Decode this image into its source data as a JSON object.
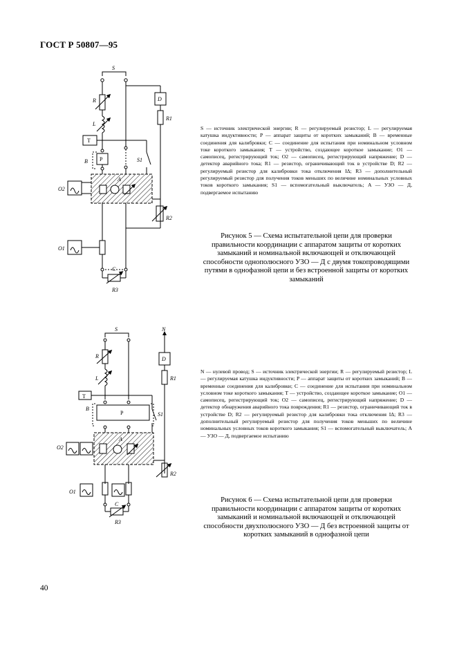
{
  "header": {
    "title": "ГОСТ Р 50807—95"
  },
  "figure5": {
    "labels": {
      "S": "S",
      "R": "R",
      "L": "L",
      "T": "T",
      "P": "P",
      "B": "B",
      "D": "D",
      "R1": "R1",
      "S1": "S1",
      "O2": "O2",
      "O1": "O1",
      "A": "A",
      "R2": "R2",
      "C": "C",
      "R3": "R3"
    },
    "legend": "S — источник электрической энергии; R — регулируемый резистор; L — регулируемая катушка индуктивности; P — аппарат защиты от коротких замыканий; B — временные соединения для калибровки; C — соединение для испытания при номинальном условном токе короткого замыкания; T — устройство, создающее короткое замыкание; O1 — самописец, регистрирующий ток; O2 — самописец, регистрирующий напряжение; D — детектор аварийного тока; R1 — резистор, ограничивающий ток в устройстве D; R2 — регулируемый резистор для калибровки тока отключения IΔ; R3 — дополнительный регулируемый резистор для получения токов меньших по величине номинальных условных токов короткого замыкания; S1 — вспомогательный выключатель; A — УЗО — Д, подвергаемое испытанию",
    "caption": "Рисунок 5 — Схема испытательной цепи для проверки правильности координации с аппаратом защиты от коротких замыканий и номинальной включающей и отключающей способности однополюсного УЗО — Д с двумя токопроводящими путями в однофазной цепи и без встроенной защиты от коротких замыканий"
  },
  "figure6": {
    "labels": {
      "S": "S",
      "N": "N",
      "R": "R",
      "L": "L",
      "T": "T",
      "P": "P",
      "B": "B",
      "D": "D",
      "R1": "R1",
      "S1": "S1",
      "O2": "O2",
      "O1": "O1",
      "A": "A",
      "R2": "R2",
      "C": "C",
      "R3": "R3"
    },
    "legend": "N — нулевой провод; S — источник электрической энергии; R — регулируемый резистор; L — регулируемая катушка индуктивности; P — аппарат защиты от коротких замыканий; B — временные соединения для калибровки; C — соединение для испытания при номинальном условном токе короткого замыкания; T — устройство, создающее короткое замыкание; O1 — самописец, регистрирующий ток; O2 — самописец, регистрирующий напряжение; D — детектор обнаружения аварийного тока повреждения; R1 — резистор, ограничивающий ток в устройстве D; R2 — регулируемый резистор для калибровки тока отключения IΔ; R3 — дополнительный регулируемый резистор для получения токов меньших по величине номинальных условных токов короткого замыкания; S1 — вспомогательный выключатель; A — УЗО — Д, подвергаемое испытанию",
    "caption": "Рисунок 6 — Схема испытательной цепи для проверки правильности координации с аппаратом защиты от коротких замыканий и номинальной включающей и отключающей способности двухполюсного УЗО — Д без встроенной защиты от коротких замыканий в однофазной цепи"
  },
  "page": {
    "number": "40"
  }
}
